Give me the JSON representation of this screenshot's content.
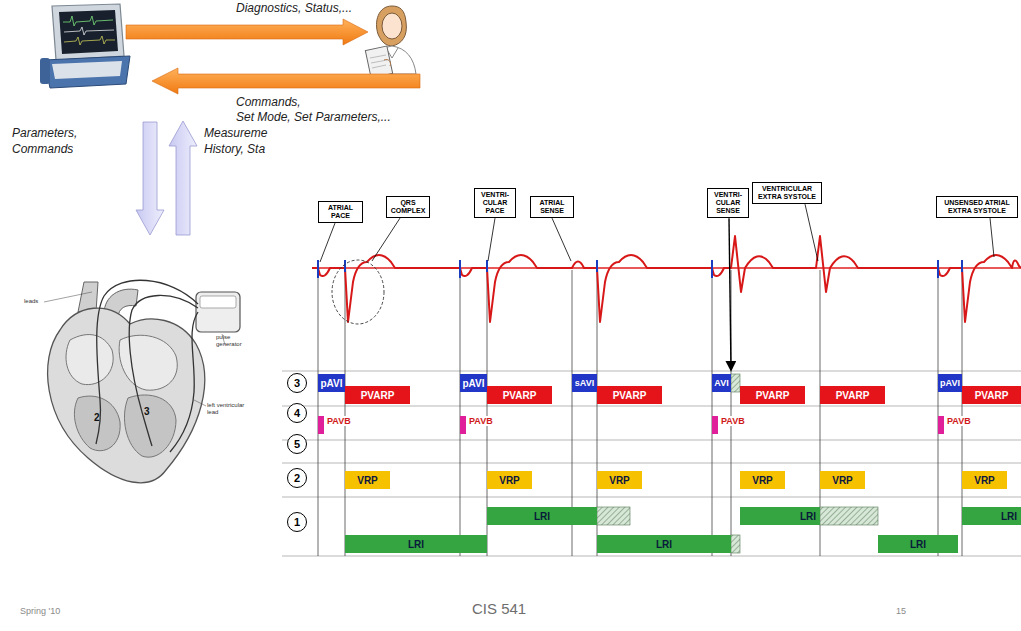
{
  "diagram": {
    "nodes": [
      {
        "text": [
          "ATRIAL PACE"
        ]
      },
      {
        "text": [
          "QRS COMPLEX"
        ]
      },
      {
        "text": [
          "VENTRI- CULAR PACE"
        ]
      },
      {
        "text": [
          "ATRIAL SENSE"
        ]
      },
      {
        "text": [
          "VENTRI- CULAR SENSE"
        ]
      },
      {
        "text": [
          "VENTRICULAR EXTRA SYSTOLE"
        ]
      },
      {
        "text": [
          "UNSENSED ATRIAL EXTRA SYSTOLE"
        ]
      },
      {
        "text": [
          "3"
        ]
      },
      {
        "text": [
          "pAVI"
        ]
      },
      {
        "text": [
          "pAVI"
        ]
      },
      {
        "text": [
          "sAVI"
        ]
      },
      {
        "text": [
          "AVI"
        ]
      },
      {
        "text": [
          "pAVI"
        ]
      },
      {
        "text": [
          "4"
        ]
      },
      {
        "text": [
          "PVARP"
        ]
      },
      {
        "text": [
          "PVARP"
        ]
      },
      {
        "text": [
          "PVARP"
        ]
      },
      {
        "text": [
          "PVARP"
        ]
      },
      {
        "text": [
          "PVARP"
        ]
      },
      {
        "text": [
          "PVARP"
        ]
      },
      {
        "text": [
          "5"
        ]
      },
      {
        "text": [
          "PAVB"
        ]
      },
      {
        "text": [
          "PAVB"
        ]
      },
      {
        "text": [
          "PAVB"
        ]
      },
      {
        "text": [
          "PAVB"
        ]
      },
      {
        "text": [
          "2"
        ]
      },
      {
        "text": [
          "VRP"
        ]
      },
      {
        "text": [
          "VRP"
        ]
      },
      {
        "text": [
          "VRP"
        ]
      },
      {
        "text": [
          "VRP"
        ]
      },
      {
        "text": [
          "VRP"
        ]
      },
      {
        "text": [
          "VRP"
        ]
      },
      {
        "text": [
          "1"
        ]
      },
      {
        "text": [
          "LRI"
        ]
      },
      {
        "text": [
          "LRI"
        ]
      },
      {
        "text": [
          "LRI"
        ]
      },
      {
        "text": [
          "LRI"
        ]
      },
      {
        "text": [
          "LRI"
        ]
      },
      {
        "text": [
          "LRI"
        ]
      }
    ],
    "labels": [
      "Diagnostics, Status,...",
      "Commands,",
      "Set Mode, Set Parameters,...",
      "Parameters,",
      "Commands",
      "Measureme",
      "History, Sta",
      "leads",
      "pulse generator",
      "left ventricular lead",
      "2",
      "3",
      "Spring '10",
      "CIS 541",
      "15"
    ]
  }
}
